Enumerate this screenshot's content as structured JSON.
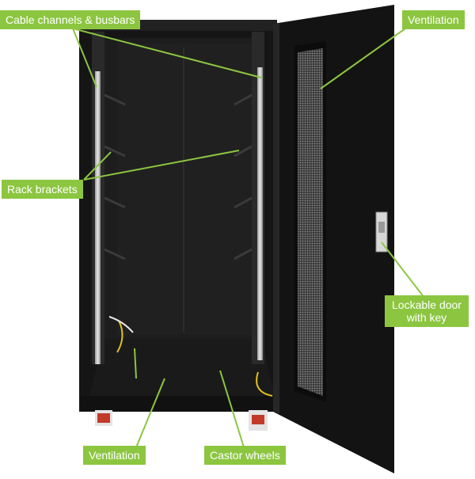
{
  "callouts": {
    "cable_channels": "Cable channels & busbars",
    "ventilation_top": "Ventilation",
    "rack_brackets": "Rack brackets",
    "lockable_door_line1": "Lockable door",
    "lockable_door_line2": "with key",
    "ventilation_bottom": "Ventilation",
    "castor_wheels": "Castor wheels"
  },
  "colors": {
    "callout_bg": "#8cc640",
    "callout_text": "#ffffff",
    "leader_line": "#8cc640",
    "cabinet": "#141414",
    "mesh": "#6a6a6a"
  }
}
